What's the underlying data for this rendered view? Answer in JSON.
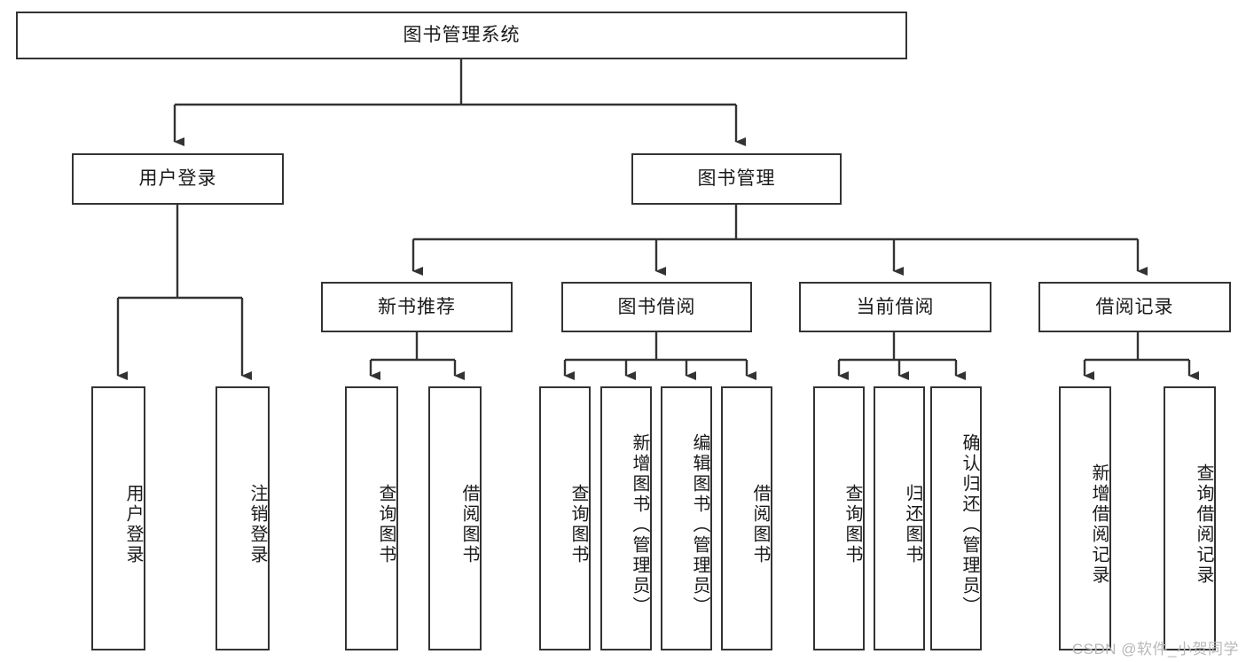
{
  "diagram": {
    "title": "图书管理系统",
    "type": "tree",
    "colors": {
      "border": "#333333",
      "background": "#ffffff",
      "text": "#1a1a1a",
      "edge": "#333333",
      "watermark": "#b8b8b8"
    },
    "root": {
      "id": "root",
      "label": "图书管理系统",
      "orientation": "horizontal"
    },
    "level2": [
      {
        "id": "user-login",
        "label": "用户登录",
        "orientation": "horizontal"
      },
      {
        "id": "book-manage",
        "label": "图书管理",
        "orientation": "horizontal"
      }
    ],
    "level3": [
      {
        "id": "new-book-rec",
        "label": "新书推荐",
        "orientation": "horizontal",
        "parent": "book-manage"
      },
      {
        "id": "book-borrow",
        "label": "图书借阅",
        "orientation": "horizontal",
        "parent": "book-manage"
      },
      {
        "id": "current-borrow",
        "label": "当前借阅",
        "orientation": "horizontal",
        "parent": "book-manage"
      },
      {
        "id": "borrow-record",
        "label": "借阅记录",
        "orientation": "horizontal",
        "parent": "book-manage"
      }
    ],
    "leaves": [
      {
        "id": "leaf-user-login",
        "label": "用户登录",
        "parent": "user-login"
      },
      {
        "id": "leaf-logout-login",
        "label": "注销登录",
        "parent": "user-login"
      },
      {
        "id": "leaf-query-book-1",
        "label": "查询图书",
        "parent": "new-book-rec"
      },
      {
        "id": "leaf-borrow-book-1",
        "label": "借阅图书",
        "parent": "new-book-rec"
      },
      {
        "id": "leaf-query-book-2",
        "label": "查询图书",
        "parent": "book-borrow"
      },
      {
        "id": "leaf-add-book",
        "label": "新增图书（管理员）",
        "parent": "book-borrow"
      },
      {
        "id": "leaf-edit-book",
        "label": "编辑图书（管理员）",
        "parent": "book-borrow"
      },
      {
        "id": "leaf-borrow-book-2",
        "label": "借阅图书",
        "parent": "book-borrow"
      },
      {
        "id": "leaf-query-book-3",
        "label": "查询图书",
        "parent": "current-borrow"
      },
      {
        "id": "leaf-return-book",
        "label": "归还图书",
        "parent": "current-borrow"
      },
      {
        "id": "leaf-confirm-return",
        "label": "确认归还（管理员）",
        "parent": "current-borrow"
      },
      {
        "id": "leaf-add-record",
        "label": "新增借阅记录",
        "parent": "borrow-record"
      },
      {
        "id": "leaf-query-record",
        "label": "查询借阅记录",
        "parent": "borrow-record"
      }
    ],
    "watermark": "CSDN @软件_小贺同学"
  }
}
